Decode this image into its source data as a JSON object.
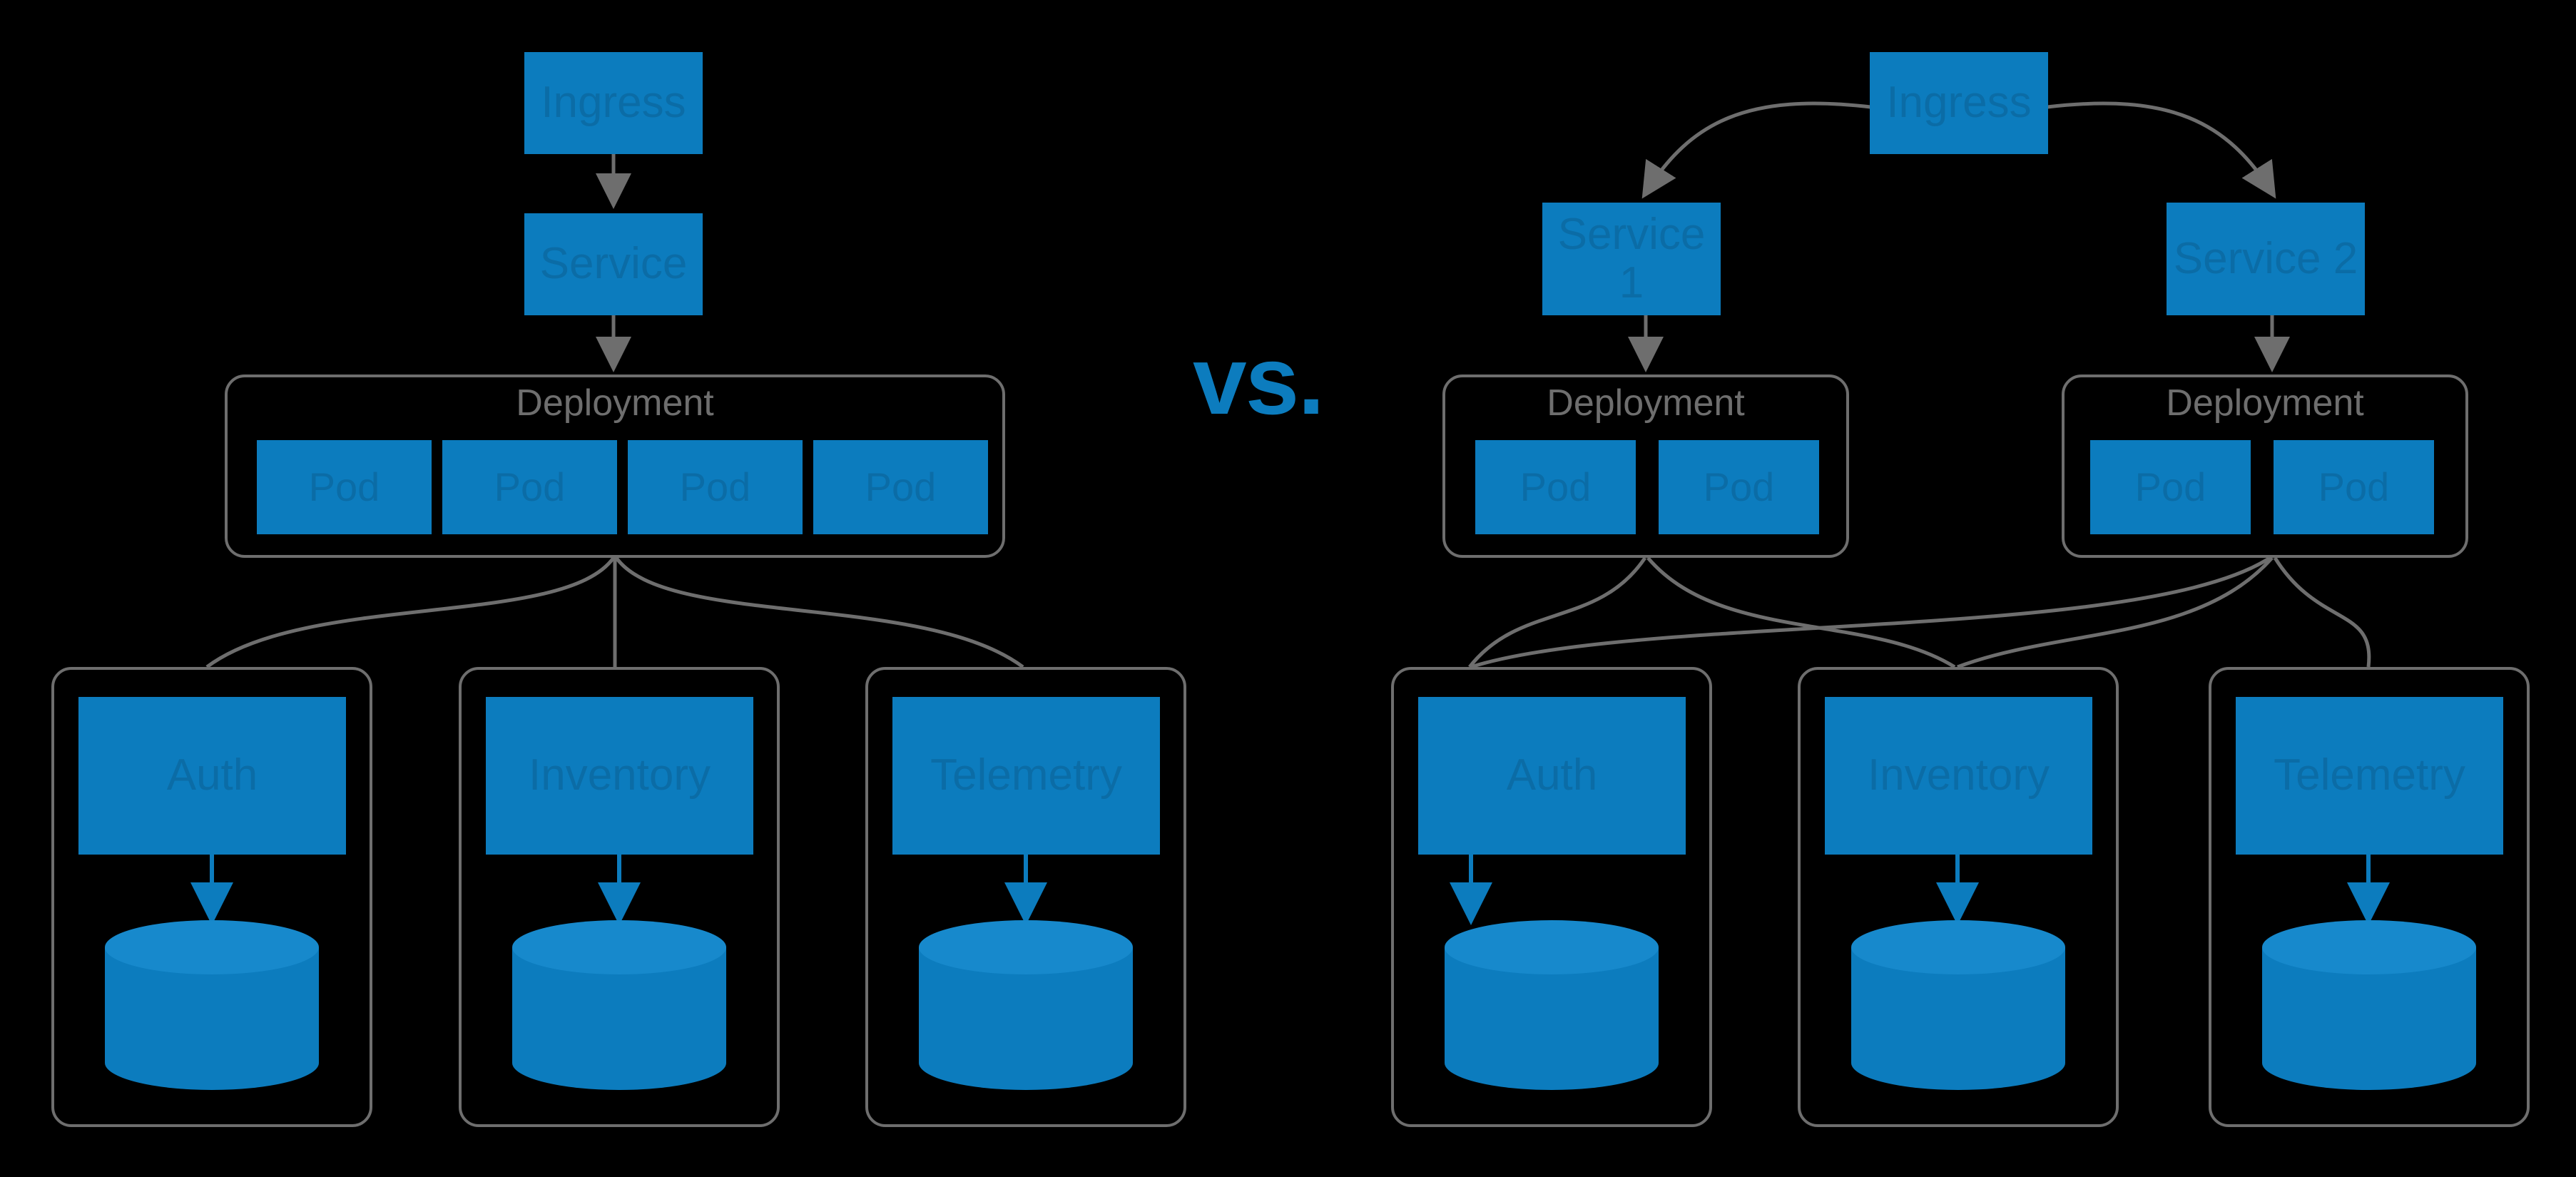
{
  "diagram": {
    "title": "Monolithic single deployment vs. split per-service deployments",
    "separator_label": "vs.",
    "colors": {
      "background": "#000000",
      "node_fill": "#0c7cbe",
      "node_text": "#0b6ca6",
      "edge_gray": "#6e6e6e",
      "edge_blue": "#0c7cbe",
      "group_border": "#6e6e6e",
      "group_label": "#6e6e6e",
      "cylinder_top": "#1789cc"
    },
    "left": {
      "ingress": {
        "label": "Ingress"
      },
      "services": [
        {
          "label": "Service"
        }
      ],
      "deployments": [
        {
          "label": "Deployment",
          "pods": [
            {
              "label": "Pod"
            },
            {
              "label": "Pod"
            },
            {
              "label": "Pod"
            },
            {
              "label": "Pod"
            }
          ]
        }
      ],
      "microservices": [
        {
          "label": "Auth",
          "database": "database-cylinder"
        },
        {
          "label": "Inventory",
          "database": "database-cylinder"
        },
        {
          "label": "Telemetry",
          "database": "database-cylinder"
        }
      ]
    },
    "right": {
      "ingress": {
        "label": "Ingress"
      },
      "services": [
        {
          "label": "Service 1"
        },
        {
          "label": "Service 2"
        }
      ],
      "deployments": [
        {
          "label": "Deployment",
          "pods": [
            {
              "label": "Pod"
            },
            {
              "label": "Pod"
            }
          ]
        },
        {
          "label": "Deployment",
          "pods": [
            {
              "label": "Pod"
            },
            {
              "label": "Pod"
            }
          ]
        }
      ],
      "microservices": [
        {
          "label": "Auth",
          "database": "database-cylinder"
        },
        {
          "label": "Inventory",
          "database": "database-cylinder"
        },
        {
          "label": "Telemetry",
          "database": "database-cylinder"
        }
      ]
    }
  }
}
